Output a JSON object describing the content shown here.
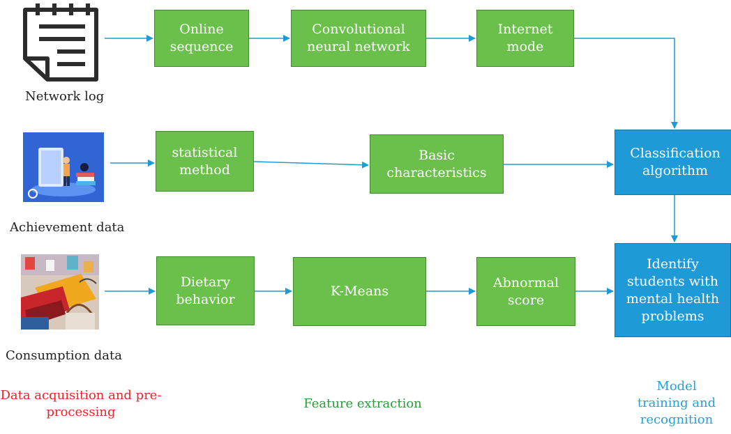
{
  "sources": {
    "network_log": "Network log",
    "achievement": "Achievement data",
    "consumption": "Consumption data"
  },
  "nodes": {
    "online_sequence": "Online\nsequence",
    "cnn": "Convolutional\nneural network",
    "internet_mode": "Internet\nmode",
    "statistical_method": "statistical\nmethod",
    "basic_characteristics": "Basic\ncharacteristics",
    "dietary_behavior": "Dietary\nbehavior",
    "kmeans": "K-Means",
    "abnormal_score": "Abnormal\nscore",
    "classification": "Classification\nalgorithm",
    "identify": "Identify\nstudents with\nmental health\nproblems"
  },
  "stages": {
    "acquisition": "Data acquisition and pre-\nprocessing",
    "feature": "Feature extraction",
    "model": "Model\ntraining and\nrecognition"
  },
  "colors": {
    "process_box": "#6ac04b",
    "model_box": "#1e9ad6",
    "arrow": "#1e9ad6",
    "stage_acquisition": "#e8262a",
    "stage_feature": "#2d9a3c",
    "stage_model": "#1ea3dc"
  },
  "icons": {
    "network_log": "document-list-icon",
    "achievement": "student-screen-illustration",
    "consumption": "shopping-bags-photo"
  }
}
